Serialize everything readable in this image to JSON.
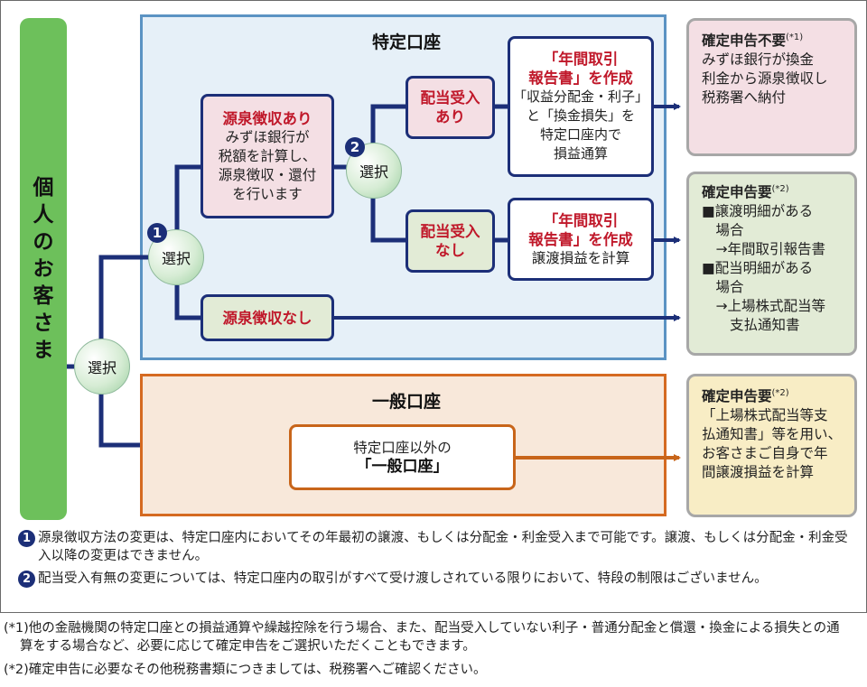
{
  "left_label": "個人のお客さま",
  "choice_label": "選択",
  "num1": "1",
  "num2": "2",
  "tokutei": {
    "title": "特定口座",
    "withholding_yes": {
      "title": "源泉徴収あり",
      "text": "みずほ銀行が\n税額を計算し、\n源泉徴収・還付\nを行います"
    },
    "withholding_no": "源泉徴収なし",
    "dividend_yes": "配当受入\nあり",
    "dividend_no": "配当受入\nなし",
    "report_yes": {
      "title": "「年間取引\n報告書」を作成",
      "text": "「収益分配金・利子」\nと「換金損失」を\n特定口座内で\n損益通算"
    },
    "report_no": {
      "title": "「年間取引\n報告書」を作成",
      "text": "譲渡損益を計算"
    }
  },
  "ippan": {
    "title": "一般口座",
    "box_line1": "特定口座以外の",
    "box_line2": "「一般口座」"
  },
  "results": {
    "r1": {
      "title": "確定申告不要",
      "mark": "(*1)",
      "text": "みずほ銀行が換金\n利金から源泉徴収し\n税務署へ納付"
    },
    "r2": {
      "title": "確定申告要",
      "mark": "(*2)",
      "text": "■譲渡明細がある\n　場合\n　→年間取引報告書\n■配当明細がある\n　場合\n　→上場株式配当等\n　　支払通知書"
    },
    "r3": {
      "title": "確定申告要",
      "mark": "(*2)",
      "text": "「上場株式配当等支\n払通知書」等を用い、\nお客さまご自身で年\n間譲渡損益を計算"
    }
  },
  "notes": {
    "n1": "源泉徴収方法の変更は、特定口座内においてその年最初の譲渡、もしくは分配金・利金受入まで可能です。譲渡、もしくは分配金・利金受入以降の変更はできません。",
    "n2": "配当受入有無の変更については、特定口座内の取引がすべて受け渡しされている限りにおいて、特段の制限はございません。"
  },
  "footnotes": {
    "f1": "(*1)他の金融機関の特定口座との損益通算や繰越控除を行う場合、また、配当受入していない利子・普通分配金と償還・換金による損失との通算をする場合など、必要に応じて確定申告をご選択いただくこともできます。",
    "f2": "(*2)確定申告に必要なその他税務書類につきましては、税務署へご確認ください。"
  },
  "colors": {
    "navy": "#1c2f78",
    "orange": "#c8651a",
    "green": "#6dc05b",
    "blue_frame": "#5b93c3"
  }
}
